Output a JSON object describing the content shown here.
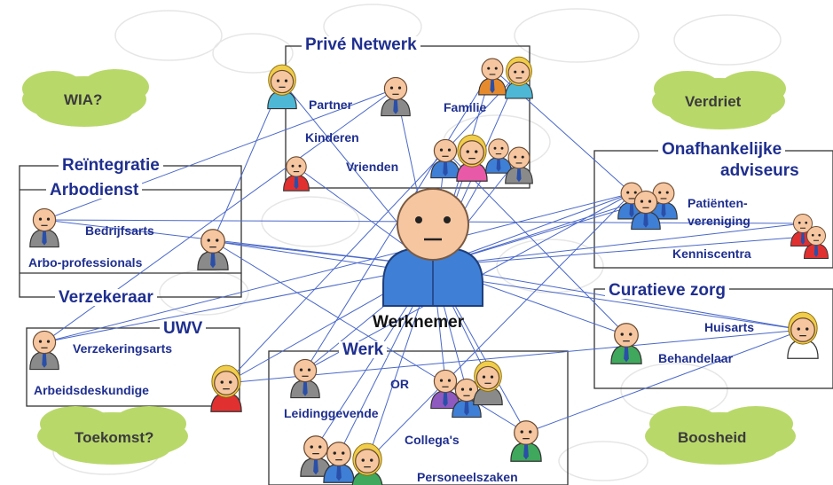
{
  "groups": {
    "prive": "Privé Netwerk",
    "reintegratie": "Reïntegratie",
    "arbodienst": "Arbodienst",
    "verzekeraar": "Verzekeraar",
    "uwv": "UWV",
    "werk": "Werk",
    "onafhankelijke_1": "Onafhankelijke",
    "onafhankelijke_2": "adviseurs",
    "curatief": "Curatieve zorg"
  },
  "labels": {
    "partner": "Partner",
    "familie": "Familie",
    "kinderen": "Kinderen",
    "vrienden": "Vrienden",
    "bedrijfsarts": "Bedrijfsarts",
    "arbo": "Arbo-professionals",
    "verzekeringsarts": "Verzekeringsarts",
    "arbeidsdeskundige": "Arbeidsdeskundige",
    "or": "OR",
    "leidinggevende": "Leidinggevende",
    "collegas": "Collega's",
    "personeelszaken": "Personeelszaken",
    "patienten_1": "Patiënten-",
    "patienten_2": "vereniging",
    "kenniscentra": "Kenniscentra",
    "huisarts": "Huisarts",
    "behandelaar": "Behandelaar"
  },
  "center_label": "Werknemer",
  "clouds": {
    "wia": "WIA?",
    "verdriet": "Verdriet",
    "toekomst": "Toekomst?",
    "boosheid": "Boosheid"
  },
  "colors": {
    "label": "#1f2f8f",
    "line": "#4a68c9",
    "cloud": "#b9d86a",
    "skin": "#f6c6a0",
    "worker_shirt": "#3f7fd6"
  }
}
